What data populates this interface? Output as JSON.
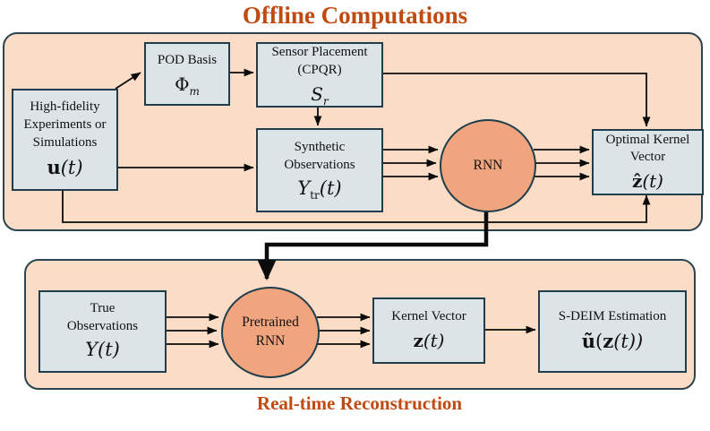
{
  "titles": {
    "offline": "Offline Computations",
    "realtime": "Real-time Reconstruction"
  },
  "colors": {
    "title_accent": "#c04a10",
    "panel_fill": "#fbdcc6",
    "panel_border": "#2a4450",
    "box_fill": "#dde4e8",
    "box_border": "#1f3d4a",
    "node_fill": "#f0a57e",
    "arrow": "#0b0b0b"
  },
  "offline": {
    "high_fidelity": {
      "line1": "High-fidelity",
      "line2": "Experiments or",
      "line3": "Simulations",
      "math": {
        "base": "u",
        "arg": "(t)"
      }
    },
    "pod": {
      "line1": "POD Basis",
      "math": {
        "base": "Φ",
        "sub": "m"
      }
    },
    "sensor": {
      "line1": "Sensor Placement",
      "line2": "(CPQR)",
      "math": {
        "base": "S",
        "sub": "r"
      }
    },
    "synthetic": {
      "line1": "Synthetic",
      "line2": "Observations",
      "math": {
        "base": "Y",
        "sub": "tr",
        "arg": "(t)"
      }
    },
    "rnn": {
      "label": "RNN"
    },
    "optimal": {
      "line1": "Optimal Kernel",
      "line2": "Vector",
      "math": {
        "base": "ẑ",
        "arg": "(t)"
      }
    }
  },
  "realtime": {
    "true_obs": {
      "line1": "True",
      "line2": "Observations",
      "math": {
        "base": "Y",
        "arg": "(t)"
      }
    },
    "pretrained": {
      "line1": "Pretrained",
      "line2": "RNN"
    },
    "kernel": {
      "line1": "Kernel Vector",
      "math": {
        "base": "z",
        "arg": "(t)"
      }
    },
    "sdeim": {
      "line1": "S-DEIM Estimation",
      "math": {
        "base": "ũ",
        "open": "(",
        "inner": "z",
        "close": "(t))"
      }
    }
  }
}
